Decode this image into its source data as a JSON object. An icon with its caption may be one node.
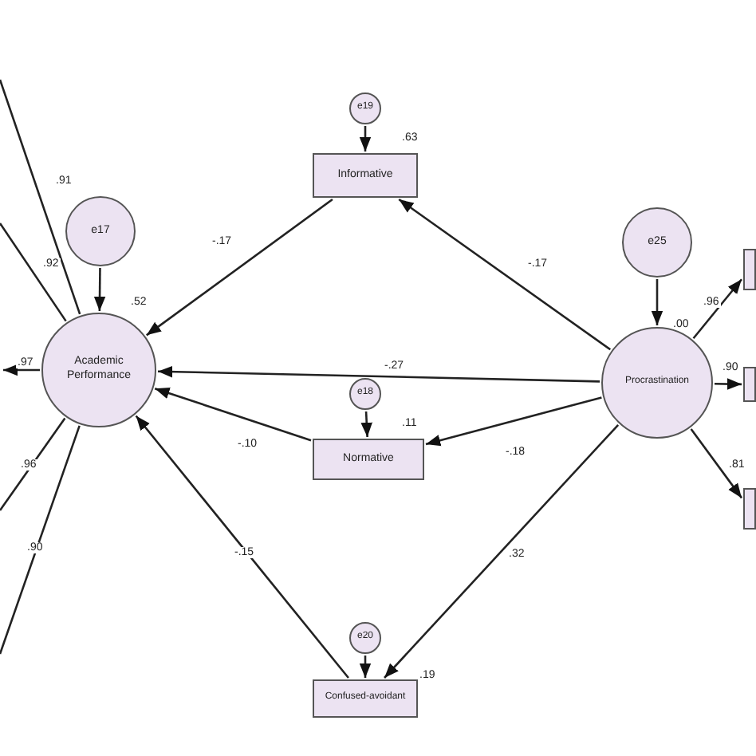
{
  "diagram": {
    "nodes": [
      {
        "text": [
          "e19"
        ]
      },
      {
        "text": [
          "Informative"
        ],
        "beside": [
          ".63"
        ]
      },
      {
        "text": [
          "e17"
        ]
      },
      {
        "text": [
          "Academic Performance"
        ],
        "beside": [
          ".52"
        ]
      },
      {
        "text": [
          "e25"
        ]
      },
      {
        "text": [
          "Procrastination"
        ],
        "beside": [
          ".00"
        ]
      },
      {
        "text": [],
        "shape": "box"
      },
      {
        "text": [],
        "shape": "box"
      },
      {
        "text": [],
        "shape": "box"
      },
      {
        "text": [
          "e18"
        ]
      },
      {
        "text": [
          "Normative"
        ],
        "beside": [
          ".11"
        ]
      },
      {
        "text": [
          "e20"
        ]
      },
      {
        "text": [
          "Confused-avoidant"
        ],
        "beside": [
          ".19"
        ]
      }
    ],
    "edges": [
      {
        "from": 0,
        "to": 1,
        "arrow": "to"
      },
      {
        "from": 2,
        "to": 3,
        "arrow": "to"
      },
      {
        "from": 4,
        "to": 5,
        "arrow": "to"
      },
      {
        "from": 1,
        "to": 3,
        "arrow": "to",
        "label": "-.17"
      },
      {
        "from": 5,
        "to": 1,
        "arrow": "to",
        "label": "-.17"
      },
      {
        "from": 5,
        "to": 3,
        "arrow": "to",
        "label": "-.27"
      },
      {
        "from": 5,
        "to": 6,
        "arrow": "to",
        "label": ".96"
      },
      {
        "from": 5,
        "to": 7,
        "arrow": "to",
        "label": ".90"
      },
      {
        "from": 5,
        "to": 8,
        "arrow": "to",
        "label": ".81"
      },
      {
        "from": 9,
        "to": 10,
        "arrow": "to"
      },
      {
        "from": 10,
        "to": 3,
        "arrow": "to",
        "label": "-.10"
      },
      {
        "from": 5,
        "to": 10,
        "arrow": "to",
        "label": "-.18"
      },
      {
        "from": 11,
        "to": 12,
        "arrow": "to"
      },
      {
        "from": 12,
        "to": 3,
        "arrow": "to",
        "label": "-.15"
      },
      {
        "from": 5,
        "to": 12,
        "arrow": "to",
        "label": ".32"
      },
      {
        "from": 3,
        "to": null,
        "arrow": "to",
        "label": ".97"
      },
      {
        "from": 3,
        "to": null,
        "arrow": "none",
        "label": ".91"
      },
      {
        "from": 3,
        "to": null,
        "arrow": "none",
        "label": ".92"
      },
      {
        "from": 3,
        "to": null,
        "arrow": "none",
        "label": ".96"
      },
      {
        "from": 3,
        "to": null,
        "arrow": "none",
        "label": ".90"
      }
    ]
  }
}
